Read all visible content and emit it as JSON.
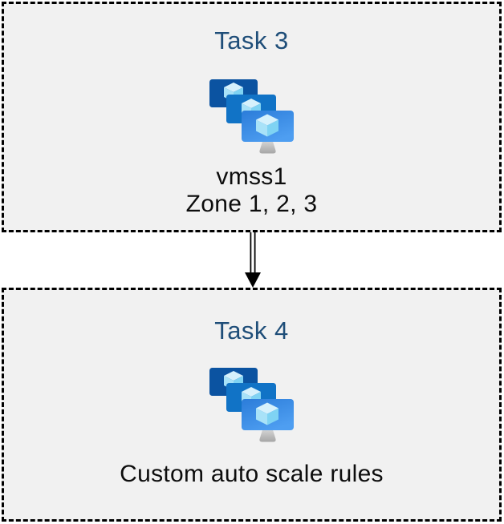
{
  "diagram": {
    "description": "Two-task flow diagram with Azure virtual machine scale set icons",
    "colors": {
      "page_background": "#ffffff",
      "box_fill": "#f1f1f1",
      "box_border": "#000000",
      "title_text": "#1f4e79",
      "body_text": "#0d0d0d",
      "monitor_back": "#0b53a1",
      "monitor_middle": "#1173c6",
      "monitor_front_top": "#2b7cd9",
      "monitor_front_bottom": "#4e9ef1",
      "cube_top": "#d6f1fc",
      "cube_left": "#a8e2f8",
      "cube_right": "#7fd3f3",
      "stand_top": "#d8d8d8",
      "stand_bottom": "#a6a6a6",
      "arrow": "#000000"
    },
    "tasks": [
      {
        "title": "Task 3",
        "icon": "vm-scale-set-icon",
        "label_line1": "vmss1",
        "label_line2": "Zone 1, 2, 3"
      },
      {
        "title": "Task 4",
        "icon": "vm-scale-set-icon",
        "label_line1": "Custom auto scale rules"
      }
    ],
    "connector": {
      "type": "double-line-arrow",
      "direction": "down",
      "from": "Task 3",
      "to": "Task 4"
    }
  }
}
